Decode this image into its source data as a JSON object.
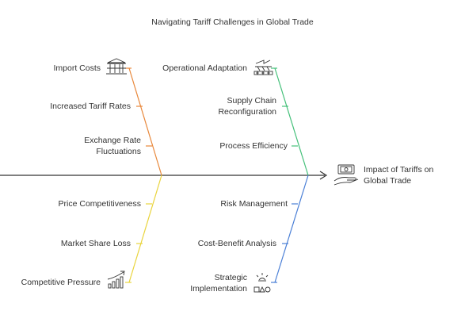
{
  "title": "Navigating Tariff Challenges in Global Trade",
  "effect": {
    "line1": "Impact of Tariffs on",
    "line2": "Global Trade",
    "icon": "money-hand-icon"
  },
  "left_top": [
    {
      "label": "Import Costs",
      "icon": "building-columns-icon"
    },
    {
      "label": "Increased Tariff Rates"
    },
    {
      "line1": "Exchange Rate",
      "line2": "Fluctuations"
    }
  ],
  "left_bottom": [
    {
      "label": "Price Competitiveness"
    },
    {
      "label": "Market Share Loss"
    },
    {
      "label": "Competitive Pressure",
      "icon": "bar-chart-growth-icon"
    }
  ],
  "right_top": [
    {
      "label": "Operational Adaptation",
      "icon": "conveyor-factory-icon"
    },
    {
      "line1": "Supply Chain",
      "line2": "Reconfiguration"
    },
    {
      "label": "Process Efficiency"
    }
  ],
  "right_bottom": [
    {
      "label": "Risk Management"
    },
    {
      "label": "Cost-Benefit Analysis"
    },
    {
      "line1": "Strategic",
      "line2": "Implementation",
      "icon": "idea-shapes-icon"
    }
  ],
  "colors": {
    "spine": "#333333",
    "left_top": "#E8873A",
    "left_bottom": "#E9D43C",
    "right_top": "#45C07A",
    "right_bottom": "#4A7FD6"
  }
}
